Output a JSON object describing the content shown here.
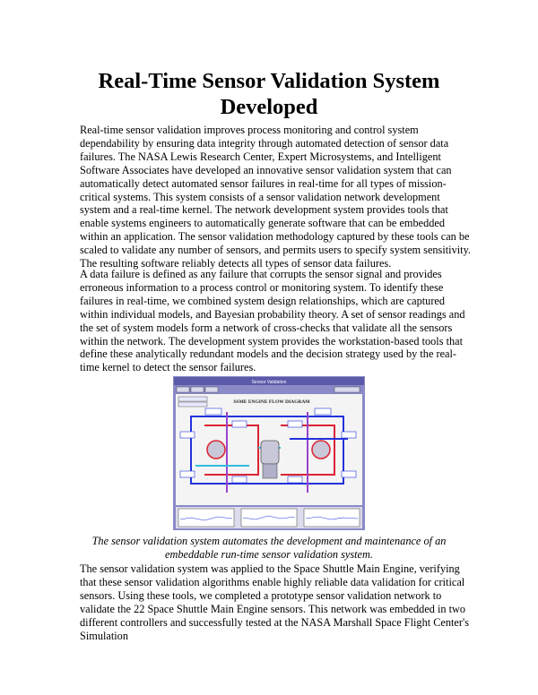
{
  "document": {
    "title": "Real-Time Sensor Validation System Developed",
    "paragraphs": [
      "Real-time sensor validation improves process monitoring and control system dependability by ensuring data integrity through automated detection of sensor data failures. The NASA Lewis Research Center, Expert Microsystems, and Intelligent Software Associates have developed an innovative sensor validation system that can automatically detect automated sensor failures in real-time for all types of mission-critical systems. This system consists of a sensor validation network development system and a real-time kernel. The network development system provides tools that enable systems engineers to automatically generate software that can be embedded within an application. The sensor validation methodology captured by these tools can be scaled to validate any number of sensors, and permits users to specify system sensitivity. The resulting software reliably detects all types of sensor data failures.",
      "A data failure is defined as any failure that corrupts the sensor signal and provides erroneous information to a process control or monitoring system. To identify these failures in real-time, we combined system design relationships, which are captured within individual models, and Bayesian probability theory. A set of sensor readings and the set of system models form a network of cross-checks that validate all the sensors within the network. The development system provides the workstation-based tools that define these analytically redundant models and the decision strategy used by the real-time kernel to detect the sensor failures.",
      "The sensor validation system was applied to the Space Shuttle Main Engine, verifying that these sensor validation algorithms enable highly reliable data validation for critical sensors. Using these tools, we completed a prototype sensor validation network to validate the 22 Space Shuttle Main Engine sensors. This network was embedded in two different controllers and successfully tested at the NASA Marshall Space Flight Center's Simulation"
    ],
    "figure": {
      "window_title": "Sensor Validation",
      "diagram_title": "SSME ENGINE FLOW DIAGRAM",
      "icon": "ssme-flow-diagram-screenshot",
      "colors": {
        "window_frame": "#8a8ac8",
        "title_bar": "#5a5aa8",
        "panel": "#f4f4f4",
        "pipe_blue": "#2233dd",
        "pipe_red": "#dd2233",
        "pipe_purple": "#9944cc",
        "pipe_cyan": "#33bbdd",
        "component": "#c8c8d8"
      }
    },
    "caption": "The sensor validation system automates the development and maintenance of an embeddable run-time sensor validation system."
  }
}
